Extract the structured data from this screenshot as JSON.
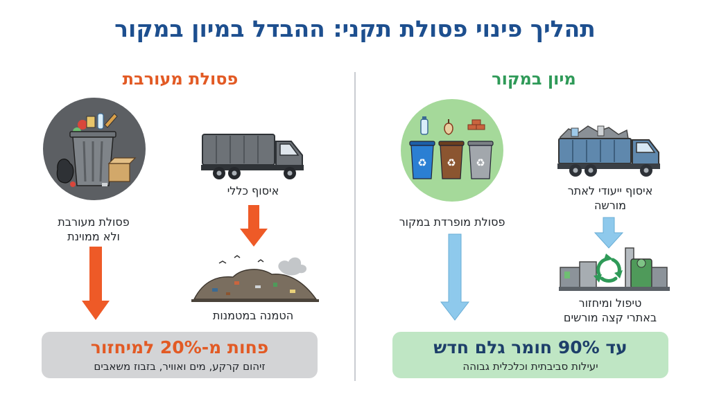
{
  "title": "תהליך פינוי פסולת תקני: ההבדל במיון במקור",
  "right_column": {
    "heading": "מיון במקור",
    "heading_color": "#2f9a58",
    "truck_label_line1": "איסוף ייעודי לאתר",
    "truck_label_line2": "מורשה",
    "bins_label": "פסולת מופרדת במקור",
    "recycle_label_line1": "טיפול ומיחזור",
    "recycle_label_line2": "באתרי קצה מורשים",
    "result_big": "עד 90% חומר גלם חדש",
    "result_small": "יעילות סביבתית וכלכלית גבוהה",
    "result_bg": "#bfe6c4",
    "arrow_color": "#8ec9ec"
  },
  "left_column": {
    "heading": "פסולת מעורבת",
    "heading_color": "#e25a24",
    "truck_label": "איסוף כללי",
    "mixed_label_line1": "פסולת מעורבת",
    "mixed_label_line2": "ולא ממוינת",
    "landfill_label": "הטמנה במטמנות",
    "result_big": "פחות מ-20% למיחזור",
    "result_small": "זיהום קרקע, מים ואוויר, בזבוז משאבים",
    "result_bg": "#d3d4d6",
    "arrow_color": "#ee5a27"
  }
}
